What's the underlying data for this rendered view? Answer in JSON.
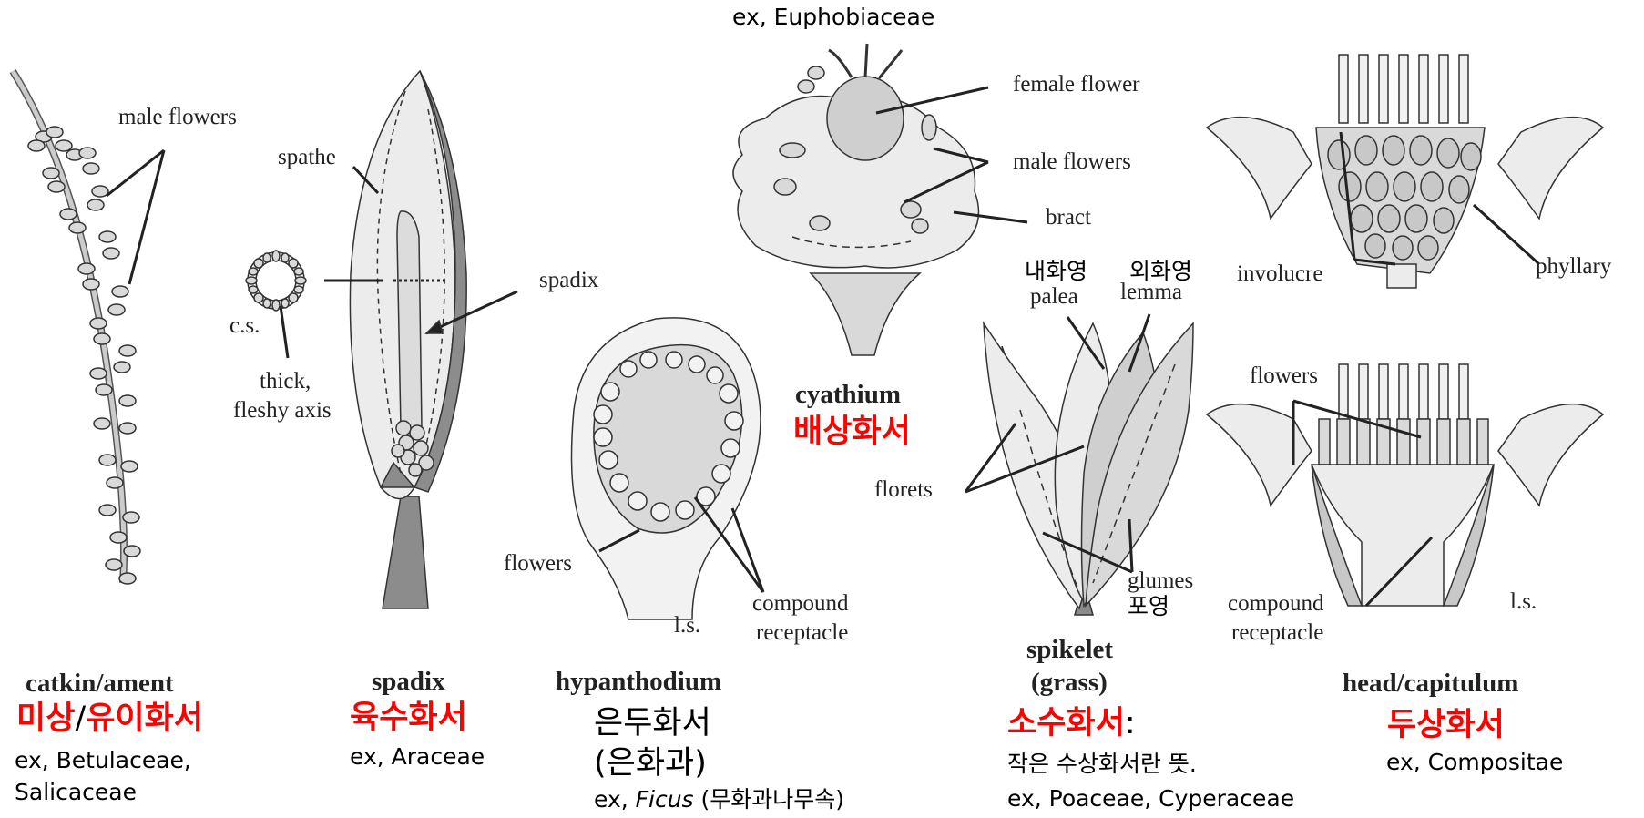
{
  "top_example": "ex, Euphobiaceae",
  "catkin": {
    "label_male_flowers": "male flowers",
    "title": "catkin/ament",
    "korean_part1": "미상",
    "korean_sep": "/",
    "korean_part2": "유이화서",
    "example_line1": "ex, Betulaceae,",
    "example_line2": "Salicaceae"
  },
  "spadix": {
    "label_spathe": "spathe",
    "label_spadix": "spadix",
    "label_cs": "c.s.",
    "label_axis_line1": "thick,",
    "label_axis_line2": "fleshy axis",
    "title": "spadix",
    "korean": "육수화서",
    "example": "ex, Araceae"
  },
  "hypanthodium": {
    "label_flowers": "flowers",
    "label_ls": "l.s.",
    "label_receptacle_line1": "compound",
    "label_receptacle_line2": "receptacle",
    "title": "hypanthodium",
    "korean_line1": "은두화서",
    "korean_line2": "(은화과)",
    "example_prefix": "ex,",
    "example_italic": "Ficus",
    "example_suffix": "(무화과나무속)"
  },
  "cyathium": {
    "label_female": "female flower",
    "label_male": "male flowers",
    "label_bract": "bract",
    "title": "cyathium",
    "korean": "배상화서"
  },
  "spikelet": {
    "label_palea_kr": "내화영",
    "label_palea": "palea",
    "label_lemma_kr": "외화영",
    "label_lemma": "lemma",
    "label_florets": "florets",
    "label_glumes": "glumes",
    "label_glumes_kr": "포영",
    "title_line1": "spikelet",
    "title_line2": "(grass)",
    "korean": "소수화서",
    "korean_colon": ":",
    "description": "작은 수상화서란 뜻.",
    "example": "ex, Poaceae, Cyperaceae"
  },
  "head": {
    "label_involucre": "involucre",
    "label_phyllary": "phyllary",
    "label_flowers": "flowers",
    "label_receptacle_line1": "compound",
    "label_receptacle_line2": "receptacle",
    "label_ls": "l.s.",
    "title": "head/capitulum",
    "korean": "두상화서",
    "example": "ex, Compositae"
  },
  "colors": {
    "korean_accent": "#ff0000",
    "illustration_fill": "#d9d9d9",
    "illustration_dark": "#8c8c8c",
    "line": "#222222"
  }
}
